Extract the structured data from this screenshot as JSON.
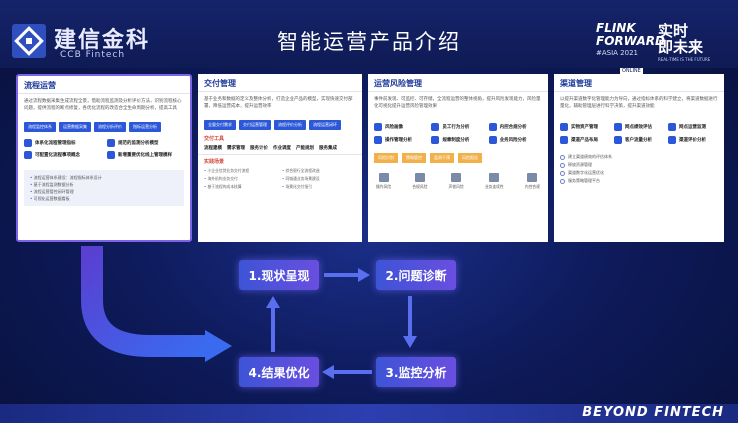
{
  "header": {
    "logo_text": "建信金科",
    "logo_sub": "CCB Fintech",
    "title": "智能运营产品介绍",
    "flink_line1": "FLINK",
    "flink_line2": "FORWARD",
    "flink_line3": "#ASIA 2021",
    "flink_online": "ONLINE",
    "live_line1": "实时",
    "live_line2": "即未来",
    "live_line3": "REAL-TIME IS THE FUTURE"
  },
  "panel1": {
    "title": "流程运营",
    "desc": "通过流程数据采集生成流程全景，借助流程监测及分析评价方法，识别流程核心问题，提供流程的断点修复，各优化流程的改造合全生命周期分析，提高工具",
    "chips": [
      "流程监控体系",
      "运营数据采集",
      "流程分析评价",
      "指标运营分析"
    ],
    "features": [
      "体系化流程管理指标",
      "规范的监测分析模型",
      "可配置化流程事项概念",
      "新增重要优化线上管理模样"
    ],
    "bullets": [
      "流程运营体系建设：流程指标体系设计",
      "基于流程监测数据分析",
      "流程运营管控闭环管理",
      "可视化运营数据看板"
    ]
  },
  "panel2": {
    "title": "交付管理",
    "desc": "基于业务和数据的定义及整体分析，打造企业产品的模型，实现快速交付部署，降低运营成本，提升运营效率",
    "chips": [
      "全量交付需求",
      "交付运营管理",
      "流程评价分析",
      "流程运营闭环"
    ],
    "tools_title": "交付工具",
    "tabs": [
      "流程建模",
      "需求管理",
      "服务计价",
      "作业调度",
      "产能规划",
      "服务集成"
    ],
    "scenes_title": "实践场景",
    "bullets": [
      "小企业信贷业务交付流程",
      "综合银行全流程改造",
      "海外机构业务交付",
      "同城通业务场景建设",
      "基于流程的成本核算",
      "场景化交付指引"
    ]
  },
  "panel3": {
    "title": "运营风险管理",
    "desc": "事件前发现、可监控、可存储，全流程运营的整体视角，提升风险发现能力，风险量化可视化提升运营风险管理效果",
    "features": [
      "风险画像",
      "员工行为分析",
      "内控合规分析",
      "操作管理分析",
      "规章制度分析",
      "业务风险分析"
    ],
    "orange": [
      "风险识别",
      "策略管控",
      "监测干预",
      "风险报告"
    ],
    "icons": [
      "操作风险",
      "合规风险",
      "声誉风险",
      "业务连续性",
      "内控合规"
    ]
  },
  "panel4": {
    "title": "渠道管理",
    "desc": "以提升渠道数字化管理能力为导向，通过指标体系的科学建立，将渠道数据进行量化，辅助管理层进行科学决策，提升渠道效能",
    "features": [
      "实物资产管理",
      "网点绩效评估",
      "网点运营监测",
      "渠道产品布局",
      "客户流量分析",
      "渠道评价分析"
    ],
    "bullets": [
      "建立渠道绩效的评估体系",
      "释放资源管理",
      "渠道数字化运营优化",
      "服务策略管理平台"
    ]
  },
  "steps": {
    "s1": "1.现状呈现",
    "s2": "2.问题诊断",
    "s3": "3.监控分析",
    "s4": "4.结果优化"
  },
  "footer": {
    "slogan": "BEYOND FINTECH"
  },
  "colors": {
    "accent": "#2b57d8",
    "purple": "#6a4ee0",
    "orange": "#f2b04b"
  }
}
